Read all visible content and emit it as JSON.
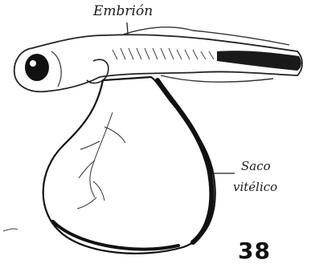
{
  "figure": {
    "embryo_label": "Embrión",
    "yolk_sac_label_line1": "Saco",
    "yolk_sac_label_line2": "vitélico",
    "figure_number": "38"
  }
}
